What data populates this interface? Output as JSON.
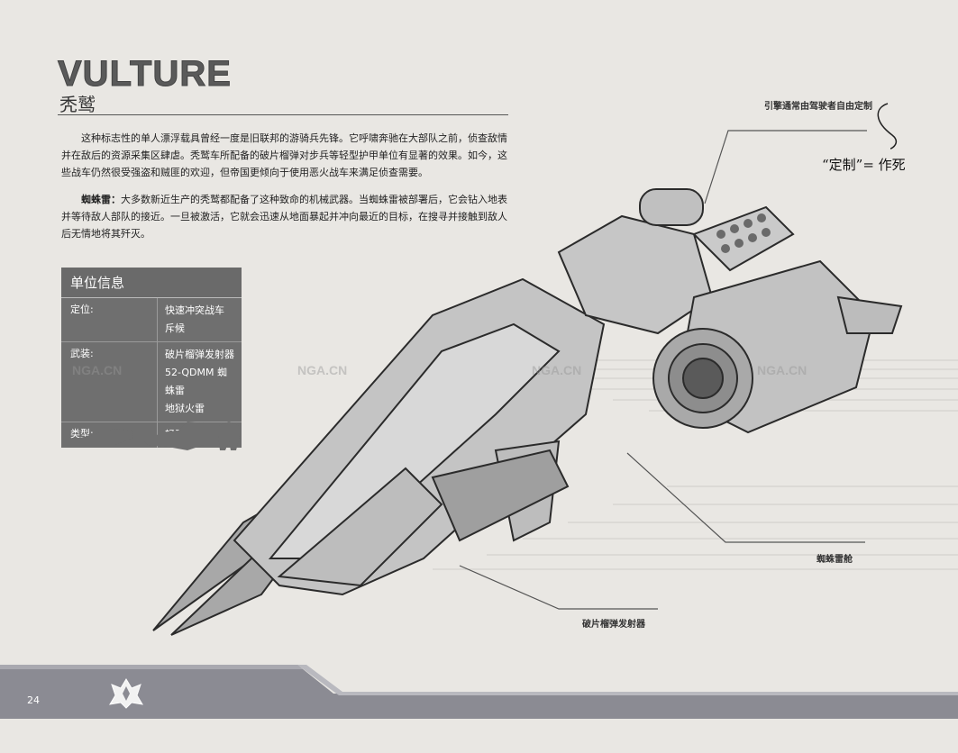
{
  "header": {
    "title": "VULTURE",
    "subtitle": "秃鹫"
  },
  "body": {
    "paragraph1": "这种标志性的单人漂浮载具曾经一度是旧联邦的游骑兵先锋。它呼啸奔驰在大部队之前，侦查敌情并在敌后的资源采集区肆虐。秃鹫车所配备的破片榴弹对步兵等轻型护甲单位有显著的效果。如今，这些战车仍然很受强盗和贼匪的欢迎，但帝国更倾向于使用恶火战车来满足侦查需要。",
    "paragraph2_term": "蜘蛛雷：",
    "paragraph2": "大多数新近生产的秃鹫都配备了这种致命的机械武器。当蜘蛛雷被部署后，它会钻入地表并等待敌人部队的接近。一旦被激活，它就会迅速从地面暴起并冲向最近的目标，在搜寻并接触到敌人后无情地将其歼灭。"
  },
  "infobox": {
    "heading": "单位信息",
    "rows": [
      {
        "key": "定位:",
        "values": [
          "快速冲突战车",
          "斥候"
        ]
      },
      {
        "key": "武装:",
        "values": [
          "破片榴弹发射器",
          "52-QDMM 蜘蛛雷",
          "地狱火雷"
        ]
      },
      {
        "key": "类型:",
        "values": [
          "轻型"
        ]
      }
    ]
  },
  "callouts": {
    "engine": "引擎通常由驾驶者自由定制",
    "mine_bay": "蜘蛛雷舱",
    "launcher": "破片榴弹发射器"
  },
  "handwritten_note": "“定制”= 作死",
  "watermark": "NGA.CN",
  "footer": {
    "page_number": "24"
  },
  "colors": {
    "background": "#e9e7e3",
    "panel": "#6f6f6f",
    "footer_dark": "#8a8a92",
    "footer_light": "#b8b8be"
  }
}
